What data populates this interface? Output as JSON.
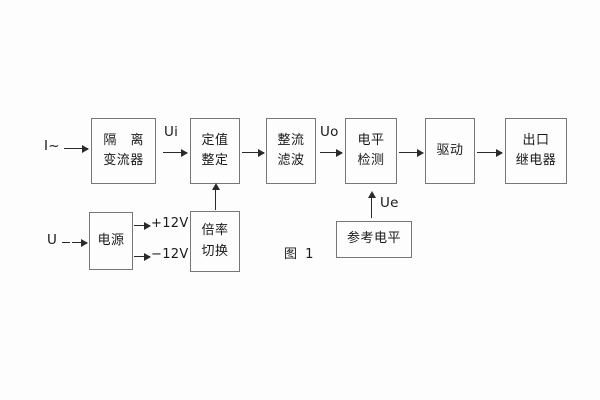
{
  "figure": {
    "caption": "图 1",
    "background_color": "#fdfdfd",
    "box_border_color": "#777777",
    "line_color": "#2a2a2a"
  },
  "inputs": [
    {
      "id": "current-input",
      "label": "I~"
    },
    {
      "id": "voltage-input",
      "label": "U"
    }
  ],
  "blocks": [
    {
      "id": "isolation-transformer",
      "line1": "隔 离",
      "line2": "变流器"
    },
    {
      "id": "setting-value",
      "line1": "定值",
      "line2": "整定"
    },
    {
      "id": "rectifier-filter",
      "line1": "整流",
      "line2": "滤波"
    },
    {
      "id": "level-detection",
      "line1": "电平",
      "line2": "检测"
    },
    {
      "id": "drive",
      "line1": "驱动",
      "line2": ""
    },
    {
      "id": "output-relay",
      "line1": "出口",
      "line2": "继电器"
    },
    {
      "id": "power-supply",
      "line1": "电源",
      "line2": ""
    },
    {
      "id": "ratio-switch",
      "line1": "倍率",
      "line2": "切换"
    },
    {
      "id": "reference-level",
      "line1": "参考电平",
      "line2": ""
    }
  ],
  "signals": {
    "ui": "Ui",
    "uo": "Uo",
    "ue": "Ue",
    "rail_positive": "+12V",
    "rail_negative": "−12V"
  }
}
